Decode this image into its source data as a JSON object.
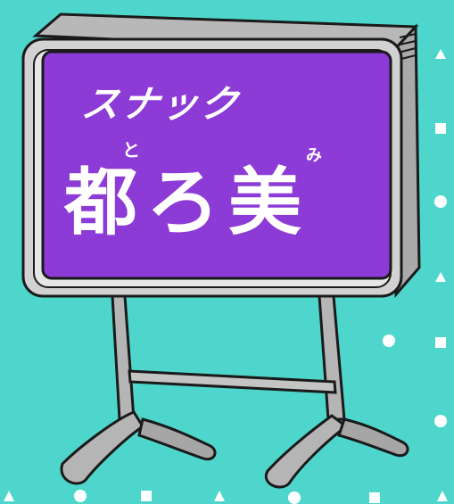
{
  "sign": {
    "top_line": "スナック",
    "main_name": "都ろ美",
    "ruby_to": "と",
    "ruby_mi": "み"
  },
  "colors": {
    "background": "#4fd6cc",
    "sign_face": "#8c3bd6",
    "frame": "#c9c9c9",
    "outline": "#1a1a1a",
    "text": "#ffffff",
    "decor": "#ffffff"
  },
  "decor": {
    "shapes": [
      "triangle",
      "square",
      "circle"
    ]
  }
}
